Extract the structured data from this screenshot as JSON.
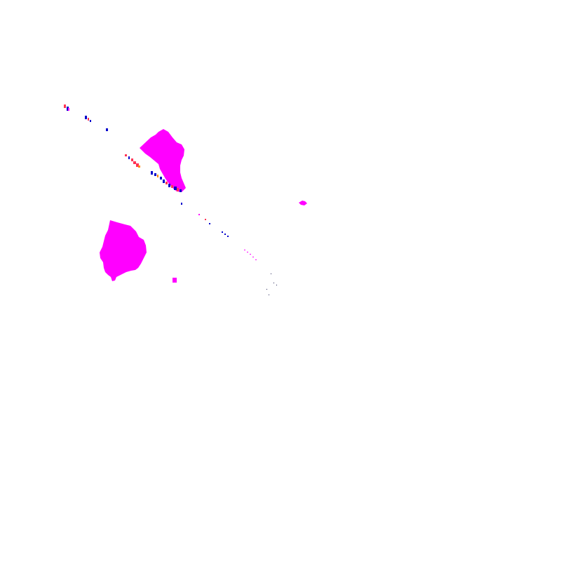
{
  "map": {
    "background_color": "#ffffff",
    "layers": [
      {
        "id": "areas",
        "kind": "polygon",
        "color": "#ff00ff",
        "count": 4
      },
      {
        "id": "features",
        "kind": "point",
        "colors": {
          "blue": "#0000cc",
          "red": "#ff3355",
          "magenta": "#ff00ff",
          "orange": "#ff8800",
          "dark": "#222255"
        }
      }
    ]
  }
}
